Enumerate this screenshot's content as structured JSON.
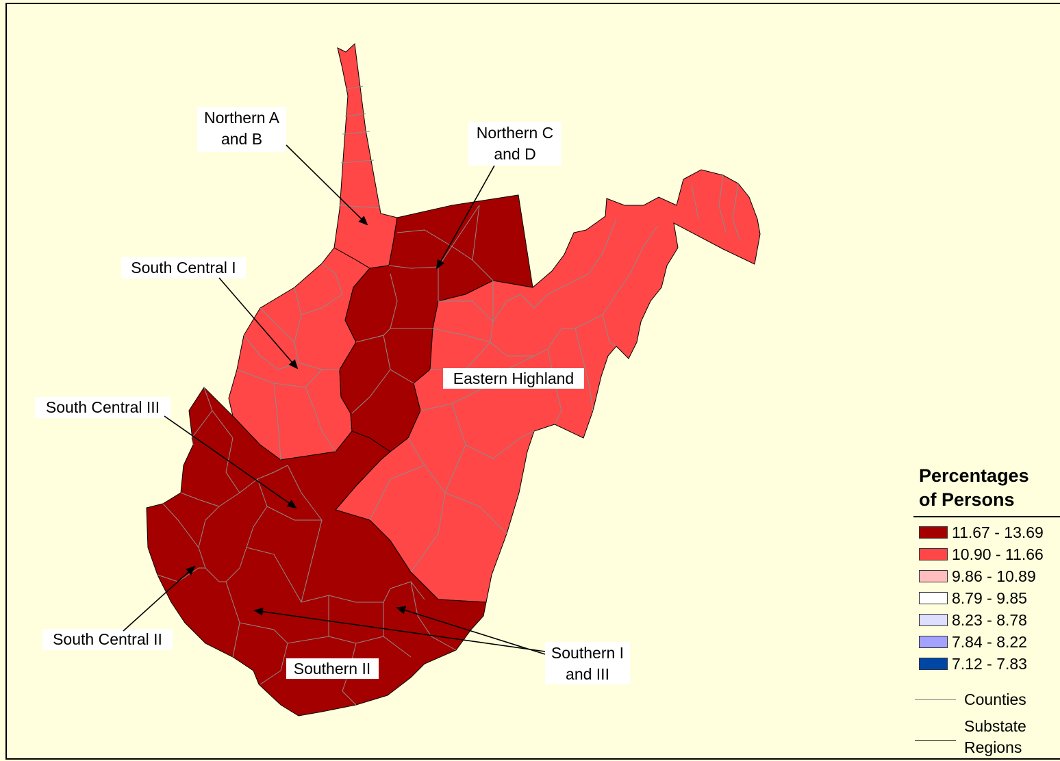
{
  "colors": {
    "class1": "#a50000",
    "class2": "#ff4747",
    "class3": "#ffbdbd",
    "class4": "#ffffff",
    "class5": "#dedeff",
    "class6": "#a3a3ff",
    "class7": "#0047a5",
    "background": "#ffffdd",
    "county_line": "#8c8c8c",
    "region_line": "#000000"
  },
  "labels": {
    "northern_ab_1": "Northern A",
    "northern_ab_2": "and B",
    "northern_cd_1": "Northern C",
    "northern_cd_2": "and D",
    "south_central_1": "South Central I",
    "eastern_highland": "Eastern Highland",
    "south_central_3": "South Central III",
    "south_central_2": "South Central II",
    "southern_2": "Southern II",
    "southern_13_1": "Southern I",
    "southern_13_2": "and III"
  },
  "legend": {
    "title_1": "Percentages",
    "title_2": "of Persons",
    "classes": [
      {
        "label": "11.67 - 13.69",
        "color": "#a50000"
      },
      {
        "label": "10.90 - 11.66",
        "color": "#ff4747"
      },
      {
        "label": "9.86 - 10.89",
        "color": "#ffbdbd"
      },
      {
        "label": "8.79 - 9.85",
        "color": "#ffffff"
      },
      {
        "label": "8.23 - 8.78",
        "color": "#dedeff"
      },
      {
        "label": "7.84 - 8.22",
        "color": "#a3a3ff"
      },
      {
        "label": "7.12 - 7.83",
        "color": "#0047a5"
      }
    ],
    "counties": "Counties",
    "substate_1": "Substate",
    "substate_2": "Regions"
  }
}
